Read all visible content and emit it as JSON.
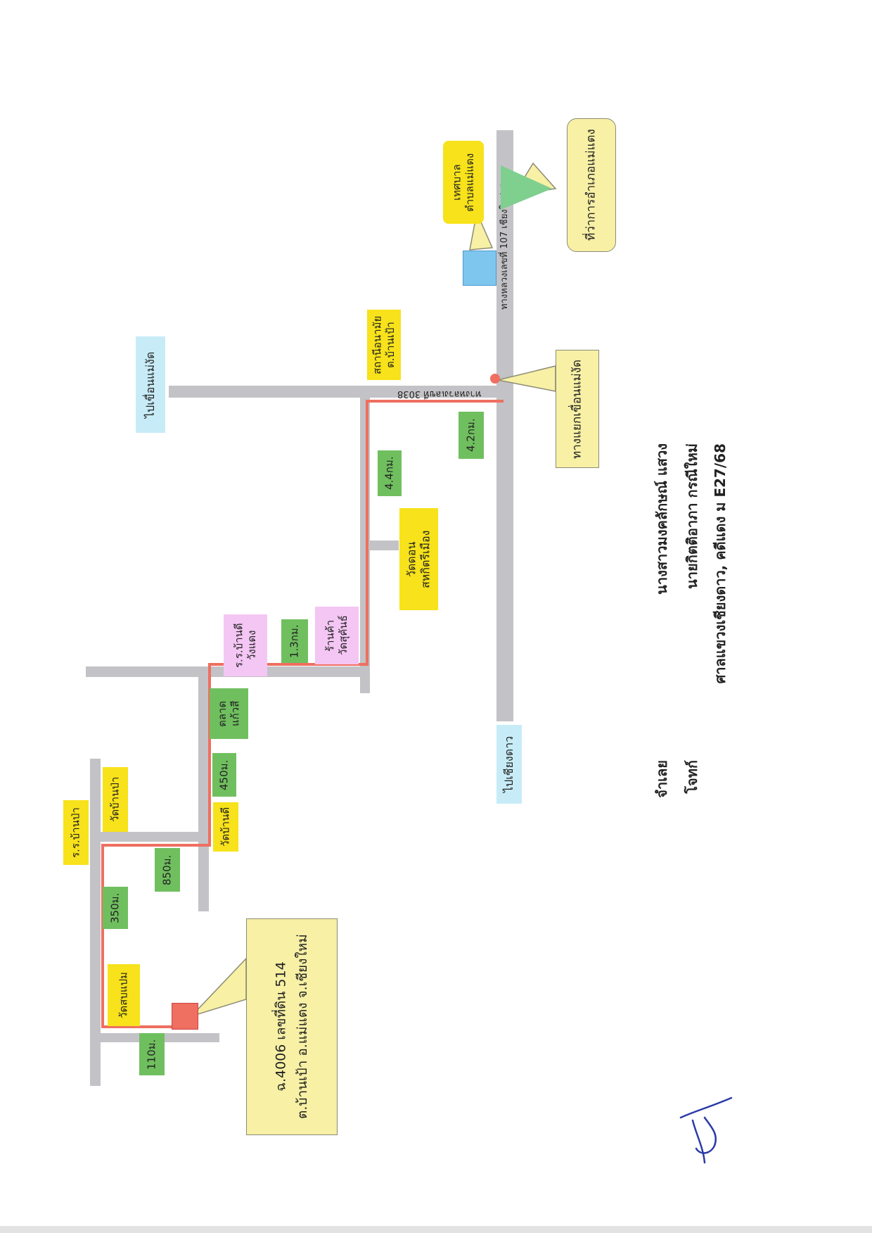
{
  "title": {
    "line1": "ศาลแขวงเชียงดาว, คดีแดง ม E27/68",
    "line2": "นายกิตติอาภา กรณีใหม่",
    "line2b": "โจทก์",
    "line3": "นางสาวมงคลักษณ์ แสวง",
    "line3b": "จำเลย"
  },
  "roads": {
    "highway107": "ทางหลวงเลขที่ 107 เชียงใหม่-ฝาง",
    "highway3038": "ทางหลวงเลขที่ 3038"
  },
  "places": {
    "court": "ที่ว่าการอำเภอแม่แตง",
    "municipality_line1": "เทศบาล",
    "municipality_line2": "ตำบลแม่แตง",
    "to_dam_sign": "ไปเขื่อนแม่งัด",
    "health_line1": "สถานีอนามัย",
    "health_line2": "ต.บ้านเป้า",
    "dam_junction": "ทางแยกเขื่อนแม่งัด",
    "to_chiang_dao": "ไปเชียงดาว",
    "temple_donkaew_line1": "วัดดอน",
    "temple_donkaew_line2": "สหกิตรีเมือง",
    "shop_line1": "ร้านค้า",
    "shop_line2": "วัดสุคันธ์",
    "school_line1": "ร.ร.บ้านดี",
    "school_line2": "วังแดง",
    "market_line1": "ตลาด",
    "market_line2": "แก้วสี",
    "temple_banpae_top": "วัดบ้านป่า",
    "temple_bandi": "วัดบ้านดี",
    "school_banpae": "ร.ร.บ้านป่า",
    "temple_bottom": "วัดสบแปม",
    "address_line1": "ฉ.4006 เลขที่ดิน 514",
    "address_line2": "ต.บ้านเป้า อ.แม่แตง จ.เชียงใหม่"
  },
  "distances": {
    "d1": "4.2กม.",
    "d2": "4.4กม.",
    "d3": "1.3กม.",
    "d4": "450ม.",
    "d5": "850ม.",
    "d6": "350ม.",
    "d7": "110ม."
  },
  "colors": {
    "road": "#c3c3c7",
    "route": "#ef6f60",
    "yellow": "#f7e21b",
    "green": "#70bf5f",
    "pink": "#f4c6f4",
    "cyan": "#c7ecf7",
    "callout": "#f7f0a5",
    "destination": "#ef6f60",
    "office": "#7fc6ef",
    "landmark_triangle": "#7fcf8f"
  }
}
